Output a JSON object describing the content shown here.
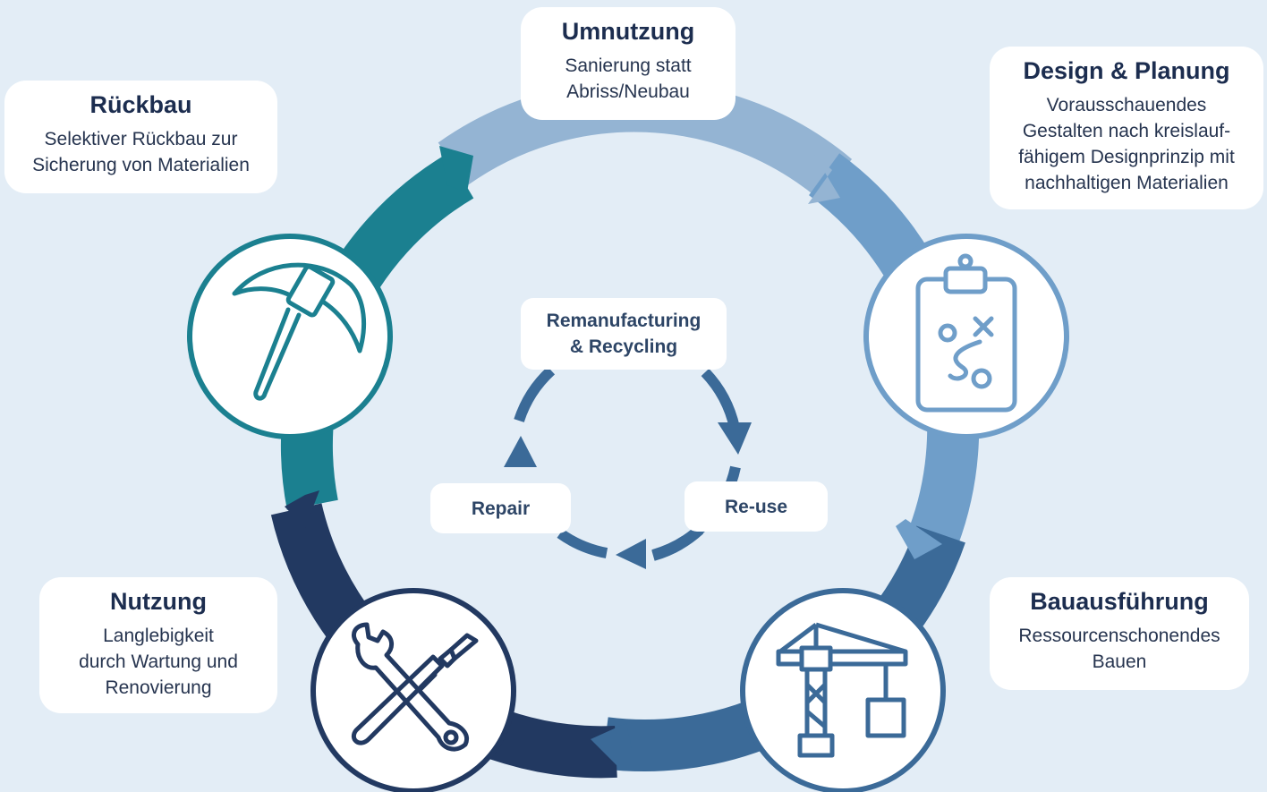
{
  "stages": {
    "umnutzung": {
      "title": "Umnutzung",
      "desc": "Sanierung statt\nAbriss/Neubau"
    },
    "design": {
      "title": "Design & Planung",
      "desc": "Vorausschauendes\nGestalten nach kreislauf-\nfähigem Designprinzip mit\nnachhaltigen Materialien"
    },
    "bau": {
      "title": "Bauausführung",
      "desc": "Ressourcenschonendes\nBauen"
    },
    "nutzung": {
      "title": "Nutzung",
      "desc": "Langlebigkeit\ndurch Wartung und\nRenovierung"
    },
    "rueckbau": {
      "title": "Rückbau",
      "desc": "Selektiver Rückbau zur\nSicherung von Materialien"
    }
  },
  "inner_cycle": {
    "top": "Remanufacturing\n& Recycling",
    "right": "Re-use",
    "left": "Repair"
  },
  "colors": {
    "background": "#e3edf6",
    "seg_umnutzung": "#94b4d3",
    "seg_design": "#6f9ec9",
    "seg_bau": "#3b6a98",
    "seg_nutzung": "#223961",
    "seg_rueckbau": "#1b8090",
    "inner_arrows": "#3b6a98"
  },
  "icons": {
    "design": "clipboard-plan-icon",
    "bau": "crane-icon",
    "nutzung": "wrench-screwdriver-icon",
    "rueckbau": "pickaxe-icon"
  }
}
